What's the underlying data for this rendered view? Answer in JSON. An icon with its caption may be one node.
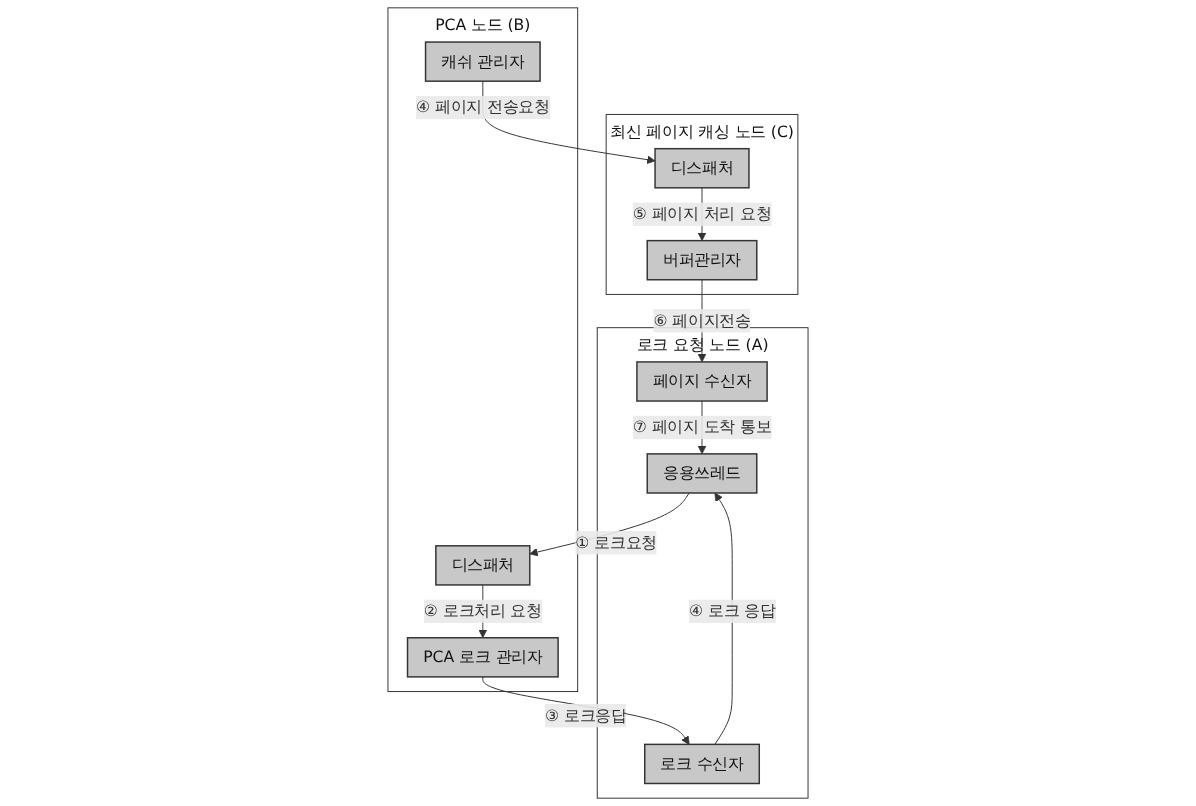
{
  "diagram": {
    "nodes": [
      {
        "text": [
          "로크 요청 노드 (A)"
        ]
      },
      {
        "text": [
          "응용쓰레드"
        ],
        "in": 0
      },
      {
        "text": [
          "로크 수신자"
        ],
        "in": 0
      },
      {
        "text": [
          "페이지 수신자"
        ],
        "in": 0
      },
      {
        "text": [
          "PCA 노드 (B)"
        ]
      },
      {
        "text": [
          "디스패처"
        ],
        "in": 4
      },
      {
        "text": [
          "PCA 로크 관리자"
        ],
        "in": 4
      },
      {
        "text": [
          "캐쉬 관리자"
        ],
        "in": 4
      },
      {
        "text": [
          "최신 페이지 캐싱 노드 (C)"
        ]
      },
      {
        "text": [
          "버퍼관리자"
        ],
        "in": 8
      },
      {
        "text": [
          "디스패처"
        ],
        "in": 8
      }
    ],
    "edges": [
      {
        "from": 1,
        "to": 5,
        "arrow": "to",
        "label": "① 로크요청"
      },
      {
        "from": 5,
        "to": 6,
        "arrow": "to",
        "label": "② 로크처리 요청"
      },
      {
        "from": 6,
        "to": 2,
        "arrow": "to",
        "label": "③ 로크응답"
      },
      {
        "from": 2,
        "to": 1,
        "arrow": "to",
        "label": "④ 로크 응답"
      },
      {
        "from": 7,
        "to": 10,
        "arrow": "to",
        "label": "④ 페이지 전송요청"
      },
      {
        "from": 10,
        "to": 9,
        "arrow": "to",
        "label": "⑤ 페이지 처리 요청"
      },
      {
        "from": 9,
        "to": 3,
        "arrow": "to",
        "label": "⑥ 페이지전송"
      },
      {
        "from": 3,
        "to": 1,
        "arrow": "to",
        "label": "⑦ 페이지 도착 통보"
      }
    ]
  }
}
